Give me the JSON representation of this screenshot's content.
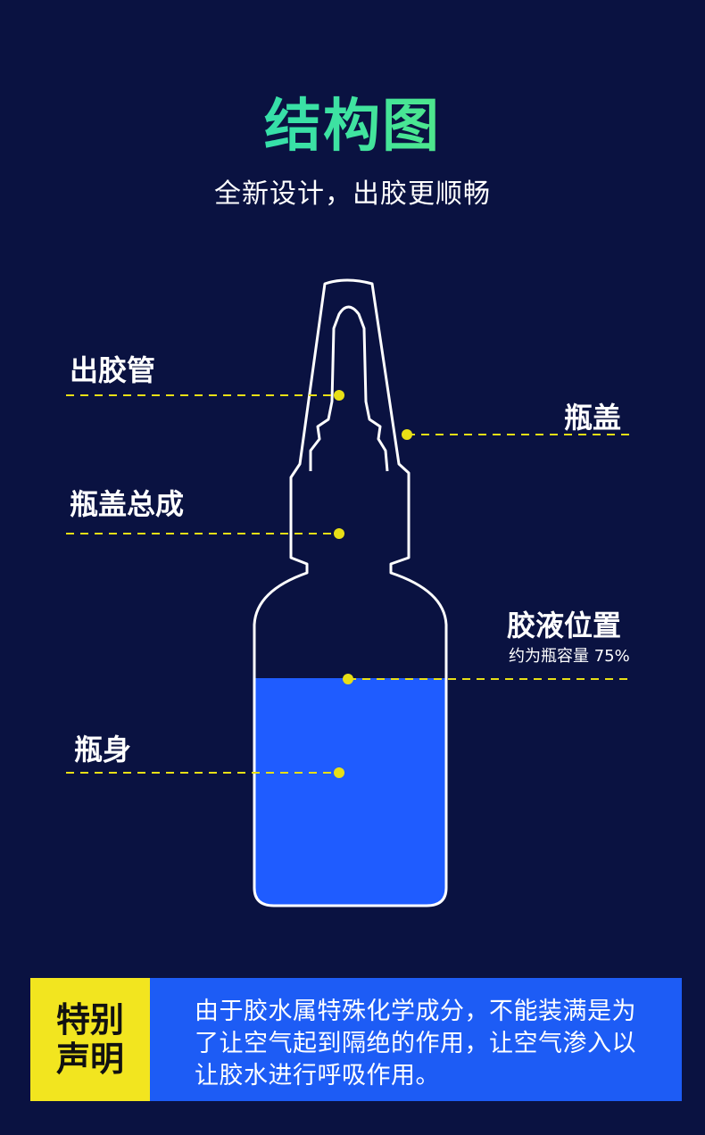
{
  "header": {
    "title": "结构图",
    "subtitle": "全新设计，出胶更顺畅"
  },
  "parts": {
    "nozzle": "出胶管",
    "cap": "瓶盖",
    "cap_assembly": "瓶盖总成",
    "glue_level": "胶液位置",
    "glue_level_note": "约为瓶容量 75%",
    "body": "瓶身"
  },
  "fill_level": 0.75,
  "notice": {
    "tag_line1": "特别",
    "tag_line2": "声明",
    "text": "由于胶水属特殊化学成分，不能装满是为了让空气起到隔绝的作用，让空气渗入以让胶水进行呼吸作用。"
  },
  "colors": {
    "background": "#0a1241",
    "glue": "#1f5cff",
    "leader": "#e8df16",
    "tag": "#f2e51f",
    "notice": "#1d5cf5"
  }
}
